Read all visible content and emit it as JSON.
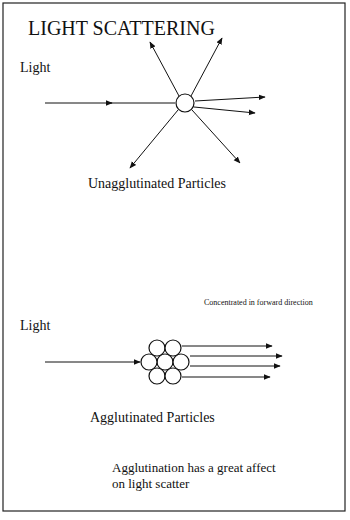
{
  "diagram": {
    "title": "LIGHT SCATTERING",
    "labels": [
      "Light",
      "Unagglutinated Particles",
      "Concentrated in forward direction",
      "Light",
      "Agglutinated Particles"
    ],
    "caption": "Agglutination has a great affect on light scatter"
  }
}
